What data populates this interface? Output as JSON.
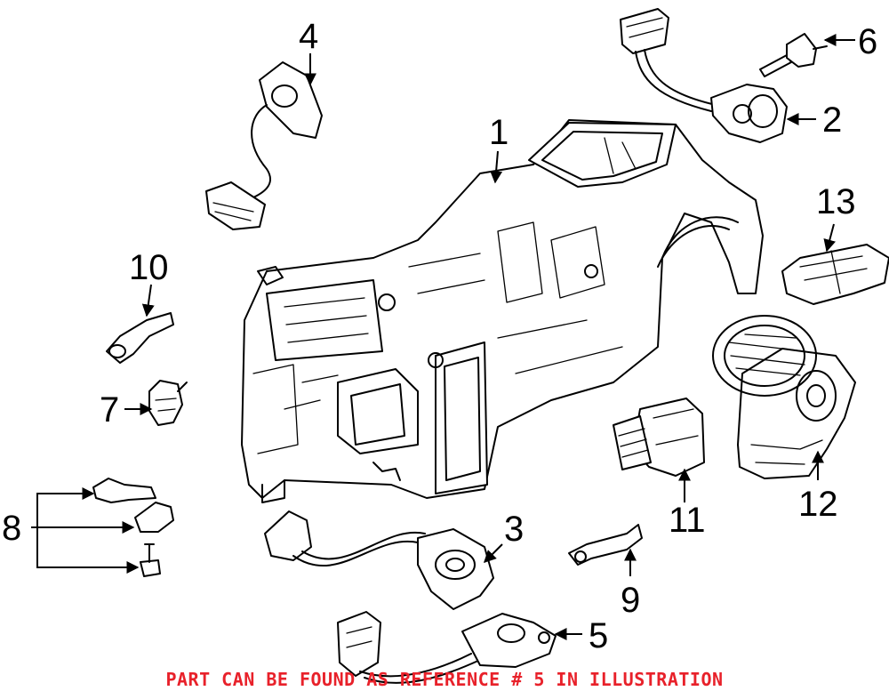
{
  "callouts": {
    "c1": "1",
    "c2": "2",
    "c3": "3",
    "c4": "4",
    "c5": "5",
    "c6": "6",
    "c7": "7",
    "c8": "8",
    "c9": "9",
    "c10": "10",
    "c11": "11",
    "c12": "12",
    "c13": "13"
  },
  "caption": "PART CAN BE FOUND AS REFERENCE # 5 IN ILLUSTRATION",
  "colors": {
    "caption": "#e8212a",
    "line": "#000000",
    "background": "#ffffff"
  }
}
